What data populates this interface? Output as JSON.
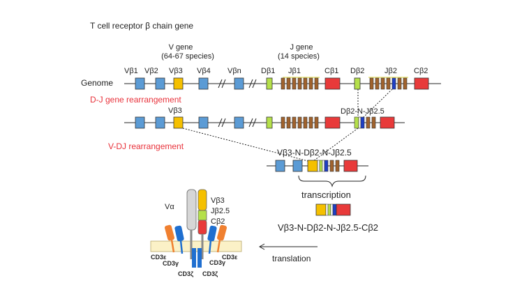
{
  "title": "T cell receptor β chain gene",
  "v_gene": {
    "name": "V gene",
    "count": "(64-67 species)"
  },
  "j_gene": {
    "name": "J gene",
    "count": "(14 species)"
  },
  "segment_labels": {
    "vb1": "Vβ1",
    "vb2": "Vβ2",
    "vb3": "Vβ3",
    "vb4": "Vβ4",
    "vbn": "Vβn",
    "db1": "Dβ1",
    "jb1": "Jβ1",
    "cb1": "Cβ1",
    "db2": "Dβ2",
    "jb2": "Jβ2",
    "cb2": "Cβ2"
  },
  "genome_label": "Genome",
  "dj_rearrangement": "D-J gene rearrangement",
  "vdj_rearrangement": "V-DJ rearrangement",
  "row2_vb3": "Vβ3",
  "row2_dj_label": "Dβ2-N-Jβ2.5",
  "row3_label": "Vβ3-N-Dβ2-N-Jβ2.5",
  "transcription": "transcription",
  "mrna_label": "Vβ3-N-Dβ2-N-Jβ2.5-Cβ2",
  "translation": "translation",
  "receptor": {
    "alpha_label": "Vα",
    "beta_v": "Vβ3",
    "beta_j": "Jβ2.5",
    "beta_c": "Cβ2",
    "cd3e_left": "CD3ε",
    "cd3g_left": "CD3γ",
    "cd3z_left": "CD3ζ",
    "cd3z_right": "CD3ζ",
    "cd3g_right": "CD3γ",
    "cd3e_right": "CD3ε"
  },
  "colors": {
    "v_segment": "#5b9bd5",
    "v_selected": "#f5c000",
    "d_segment": "#b5e04a",
    "j_segment": "#a0622d",
    "j_selected": "#1f3fc4",
    "c_segment": "#e83a3a",
    "annotation_red": "#e8313a",
    "cd3_orange": "#f08030",
    "cd3_blue": "#1f6fd0",
    "membrane": "#fbf1c7"
  }
}
